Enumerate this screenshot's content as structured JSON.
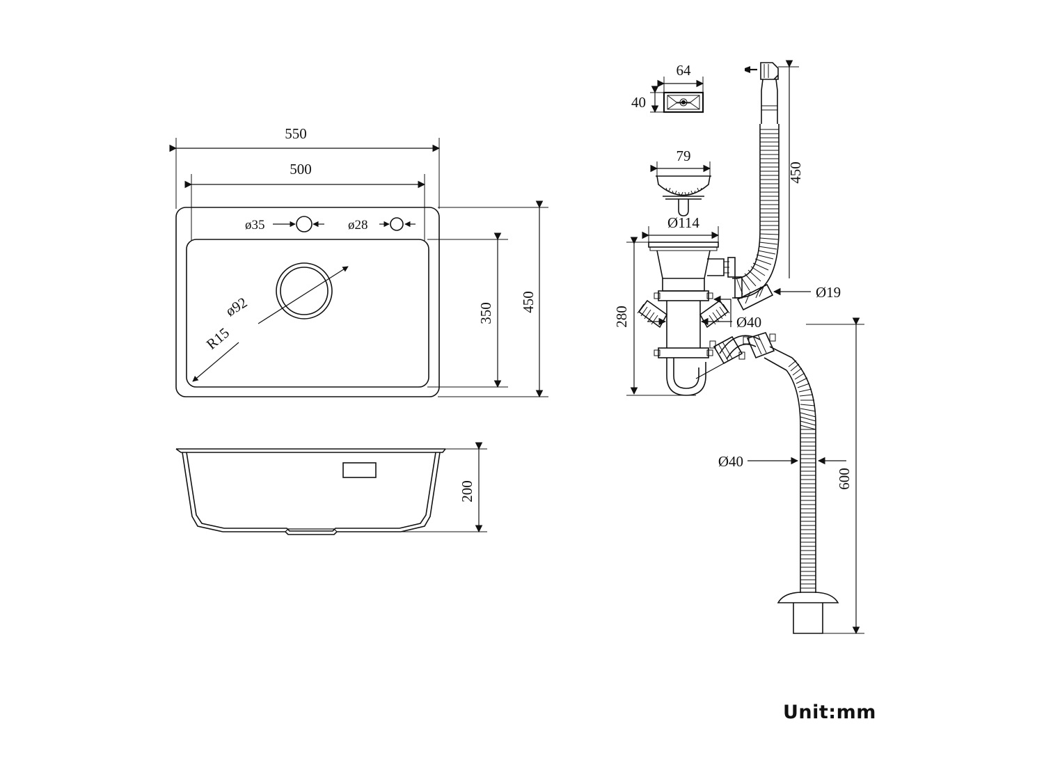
{
  "document": {
    "kind": "technical-drawing",
    "subject": "kitchen sink with drain and waste kit",
    "unit_note": "Unit:mm",
    "line_color": "#111111",
    "background_color": "#ffffff"
  },
  "views": {
    "top_view": {
      "name": "sink-top-view",
      "dimensions": {
        "overall_width": "550",
        "bowl_width": "500",
        "overall_depth": "450",
        "bowl_depth": "350",
        "tap_hole_large": "ø35",
        "tap_hole_small": "ø28",
        "drain_hole": "ø92",
        "corner_radius": "R15"
      }
    },
    "side_view": {
      "name": "sink-side-view",
      "dimensions": {
        "bowl_depth_height": "200"
      }
    },
    "waste_kit": {
      "name": "waste-kit-assembly",
      "parts": {
        "overflow_cover": {
          "label": "overflow-cover-detail",
          "width": "64",
          "height": "40"
        },
        "strainer_basket": {
          "label": "strainer-basket-detail",
          "width": "79"
        },
        "drain_flange": {
          "label": "drain-flange",
          "diameter": "Ø114"
        },
        "overflow_hose": {
          "label": "overflow-hose",
          "length": "450"
        },
        "trap_body": {
          "label": "p-trap-body",
          "height": "280",
          "pipe_diameter": "Ø40"
        },
        "small_connector": {
          "label": "small-hose-connector",
          "diameter": "Ø19"
        },
        "outlet_hose": {
          "label": "flexible-outlet-hose",
          "diameter": "Ø40",
          "length": "600"
        }
      }
    }
  },
  "labels": {
    "d550": "550",
    "d500": "500",
    "d450_depth": "450",
    "d350": "350",
    "d35": "ø35",
    "d28": "ø28",
    "d92": "ø92",
    "r15": "R15",
    "d200": "200",
    "d64": "64",
    "d40_cover": "40",
    "d79": "79",
    "d114": "Ø114",
    "d450_hose": "450",
    "d280": "280",
    "d19": "Ø19",
    "d40_pipe": "Ø40",
    "d40_hose": "Ø40",
    "d600": "600",
    "unit": "Unit:mm"
  }
}
